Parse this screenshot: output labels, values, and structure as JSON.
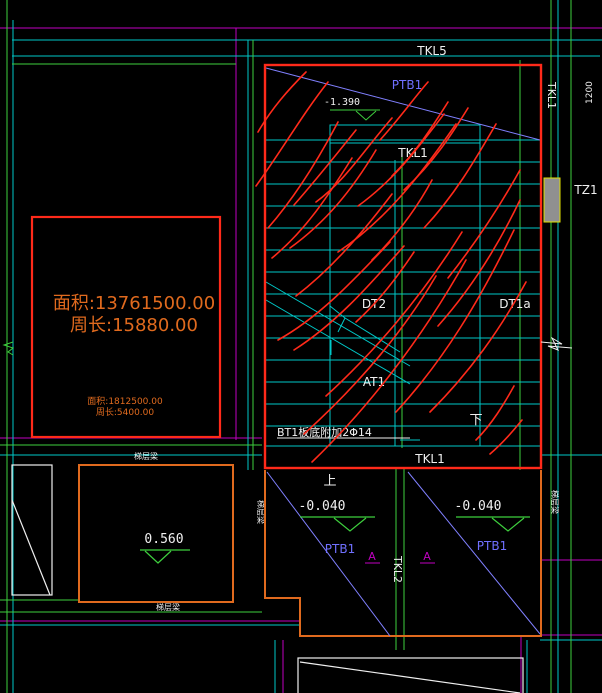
{
  "labels": {
    "tkl5": "TKL5",
    "tkl1_right": "TKL1",
    "dim_1200": "1200",
    "tz1": "TZ1",
    "ptb1_top": "PTB1",
    "elev_top": "-1.390",
    "tkl1_mid": "TKL1",
    "dt2": "DT2",
    "dt1a": "DT1a",
    "at1": "AT1",
    "xia": "下",
    "bt1": "BT1板底附加2Φ14",
    "tkl1_bottom": "TKL1",
    "shang": "上",
    "area_big": "面积:13761500.00",
    "perim_big": "周长:15880.00",
    "area_small": "面积:1812500.00",
    "perim_small": "周长:5400.00",
    "liang_top": "梯层梁",
    "liang_bottom": "梯层梁",
    "liang_side_left": "梯层梁",
    "liang_side_right": "梯层梁",
    "elev_0560": "0.560",
    "elev_l": "-0.040",
    "elev_r": "-0.040",
    "ptb1_l": "PTB1",
    "ptb1_r": "PTB1",
    "a_l": "A",
    "a_r": "A",
    "tkl2": "TKL2"
  },
  "colors": {
    "background": "#000000",
    "cyan": "#00c8c8",
    "green": "#3ecf3e",
    "magenta": "#c000c0",
    "red_mark": "#ff2a1a",
    "orange": "#e06a1e",
    "white": "#f0f0f0",
    "blue_label": "#6464ff",
    "yellow_green": "#b0d040"
  }
}
